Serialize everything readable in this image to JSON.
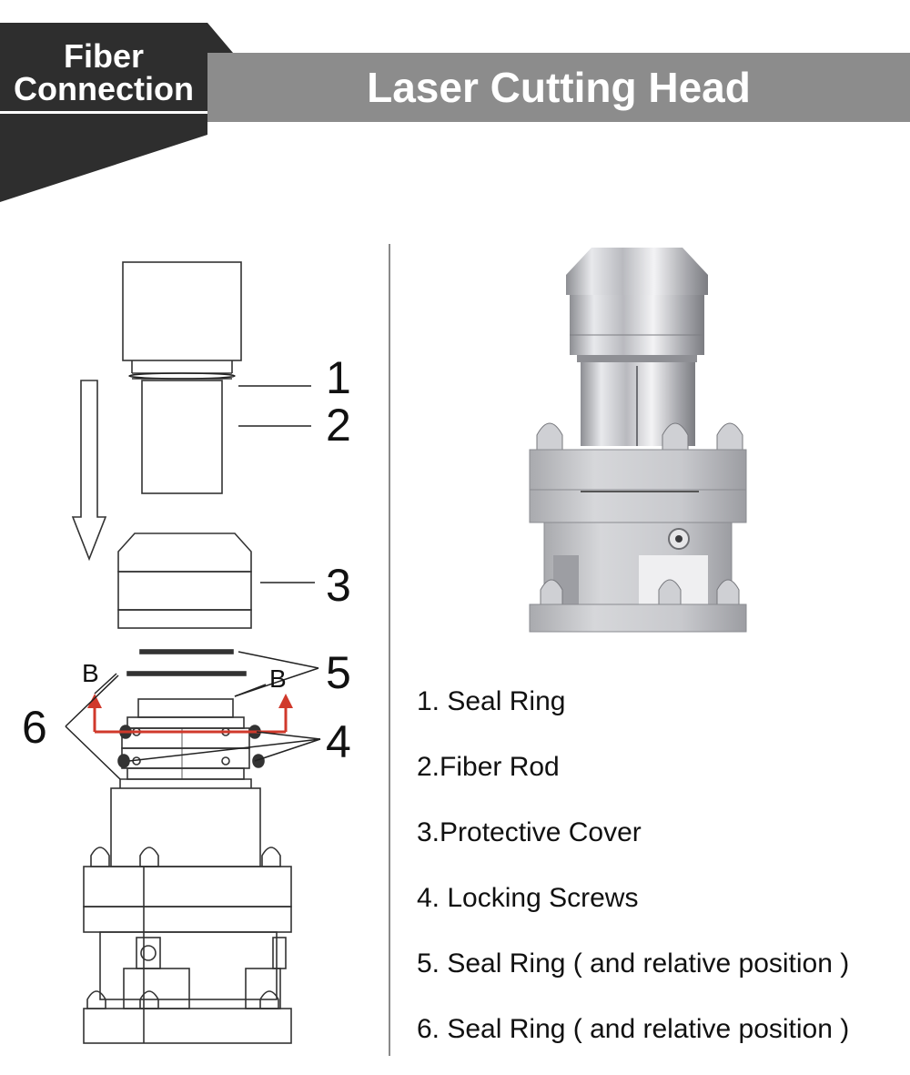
{
  "header": {
    "badge_line1": "Fiber",
    "badge_line2": "Connection",
    "title": "Laser Cutting Head"
  },
  "diagram": {
    "callouts": [
      "1",
      "2",
      "3",
      "5",
      "6",
      "4"
    ],
    "marker": "B"
  },
  "legend": {
    "items": [
      "1. Seal Ring",
      "2.Fiber Rod",
      "3.Protective Cover",
      "4. Locking Screws",
      "5. Seal Ring ( and relative position )",
      "6. Seal Ring ( and relative position )"
    ]
  },
  "colors": {
    "badge_dark": "#2e2e2e",
    "banner_gray": "#8c8c8c",
    "arrow_red": "#d0392b",
    "metal": "#c9c9cc"
  }
}
